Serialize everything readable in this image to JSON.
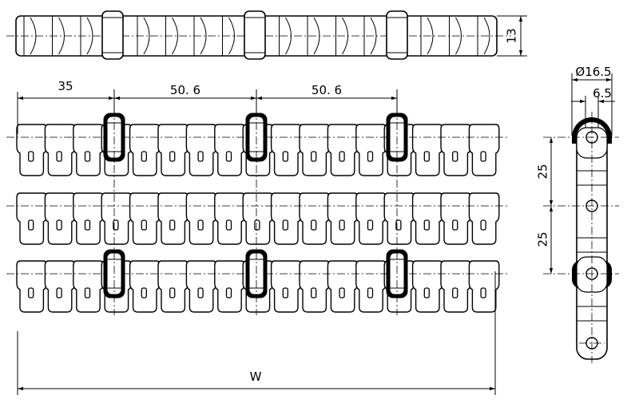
{
  "dimensions": {
    "top_height": "13",
    "offset_left": "35",
    "pitch_1": "50. 6",
    "pitch_2": "50. 6",
    "roller_dia": "Ø16.5",
    "roller_width": "6.5",
    "row_pitch_1": "25",
    "row_pitch_2": "25",
    "width": "W"
  },
  "colors": {
    "line": "#000000",
    "background": "#ffffff"
  }
}
